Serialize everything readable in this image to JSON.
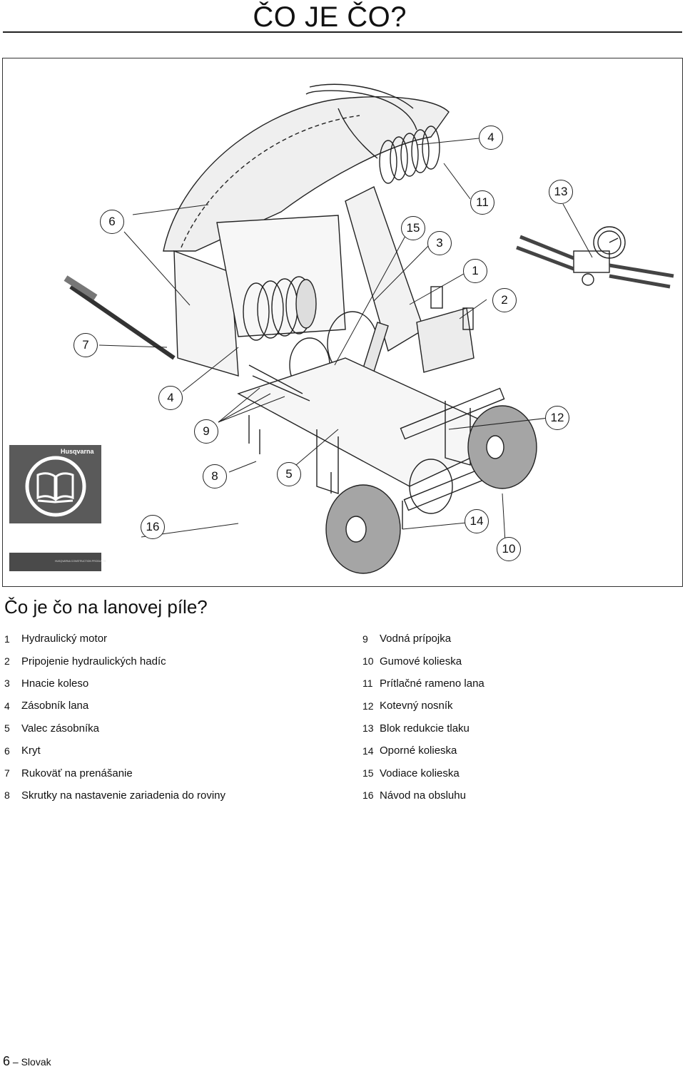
{
  "header": {
    "title": "ČO JE ČO?"
  },
  "figure": {
    "callouts": [
      "4",
      "13",
      "11",
      "6",
      "15",
      "3",
      "1",
      "2",
      "7",
      "4",
      "9",
      "12",
      "8",
      "5",
      "16",
      "14",
      "10"
    ],
    "manual": {
      "brand": "Husqvarna",
      "strip_text": "HUSQVARNA CONSTRUCTION PRODUCTS"
    }
  },
  "section": {
    "heading": "Čo je čo na lanovej píle?"
  },
  "parts": {
    "left": [
      {
        "num": "1",
        "label": "Hydraulický motor"
      },
      {
        "num": "2",
        "label": "Pripojenie hydraulických hadíc"
      },
      {
        "num": "3",
        "label": "Hnacie koleso"
      },
      {
        "num": "4",
        "label": "Zásobník lana"
      },
      {
        "num": "5",
        "label": "Valec zásobníka"
      },
      {
        "num": "6",
        "label": "Kryt"
      },
      {
        "num": "7",
        "label": "Rukoväť na prenášanie"
      },
      {
        "num": "8",
        "label": "Skrutky na nastavenie zariadenia do roviny"
      }
    ],
    "right": [
      {
        "num": "9",
        "label": "Vodná prípojka"
      },
      {
        "num": "10",
        "label": "Gumové kolieska"
      },
      {
        "num": "11",
        "label": "Prítlačné rameno lana"
      },
      {
        "num": "12",
        "label": "Kotevný nosník"
      },
      {
        "num": "13",
        "label": "Blok redukcie tlaku"
      },
      {
        "num": "14",
        "label": "Oporné kolieska"
      },
      {
        "num": "15",
        "label": "Vodiace kolieska"
      },
      {
        "num": "16",
        "label": "Návod na obsluhu"
      }
    ]
  },
  "footer": {
    "page": "6",
    "separator": "–",
    "language": "Slovak"
  }
}
